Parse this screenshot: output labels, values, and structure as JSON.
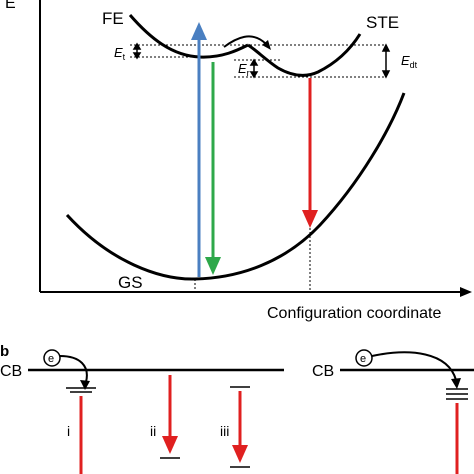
{
  "panel_a": {
    "axis_y_label": "E",
    "axis_x_label": "Configuration coordinate",
    "labels": {
      "fe": "FE",
      "ste": "STE",
      "gs": "GS",
      "et": "E",
      "et_sub": "t",
      "er": "E",
      "er_sub": "r",
      "edt": "E",
      "edt_sub": "dt"
    },
    "arrow_colors": {
      "absorption": "#4a7fc1",
      "free_emission": "#2ea84a",
      "ste_emission": "#e02020"
    }
  },
  "panel_b": {
    "panel_label": "b",
    "cb_left": "CB",
    "cb_right": "CB",
    "electron_symbol": "e",
    "romans": [
      "i",
      "ii",
      "iii"
    ],
    "arrow_color": "#e02020"
  }
}
